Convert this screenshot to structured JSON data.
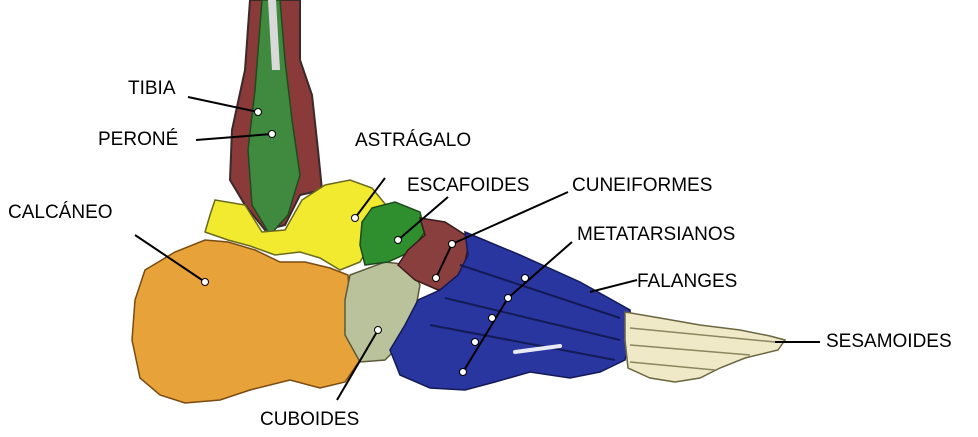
{
  "labels": {
    "tibia": "TIBIA",
    "perone": "PERONÉ",
    "astragalo": "ASTRÁGALO",
    "escafoides": "ESCAFOIDES",
    "cuneiformes": "CUNEIFORMES",
    "calcaneo": "CALCÁNEO",
    "metatarsianos": "METATARSIANOS",
    "falanges": "FALANGES",
    "sesamoides": "SESAMOIDES",
    "cuboides": "CUBOIDES"
  },
  "colors": {
    "tibia": "#8b3a3a",
    "perone": "#3f8a3f",
    "astragalo": "#f2ea2e",
    "calcaneo": "#e8a23a",
    "escafoides": "#2f8f2f",
    "cuneiformes": "#8a3f3f",
    "cuboides": "#b9c29a",
    "metatarsianos": "#2a36a0",
    "falanges": "#efe9c7",
    "leader_lines": "#000000"
  }
}
